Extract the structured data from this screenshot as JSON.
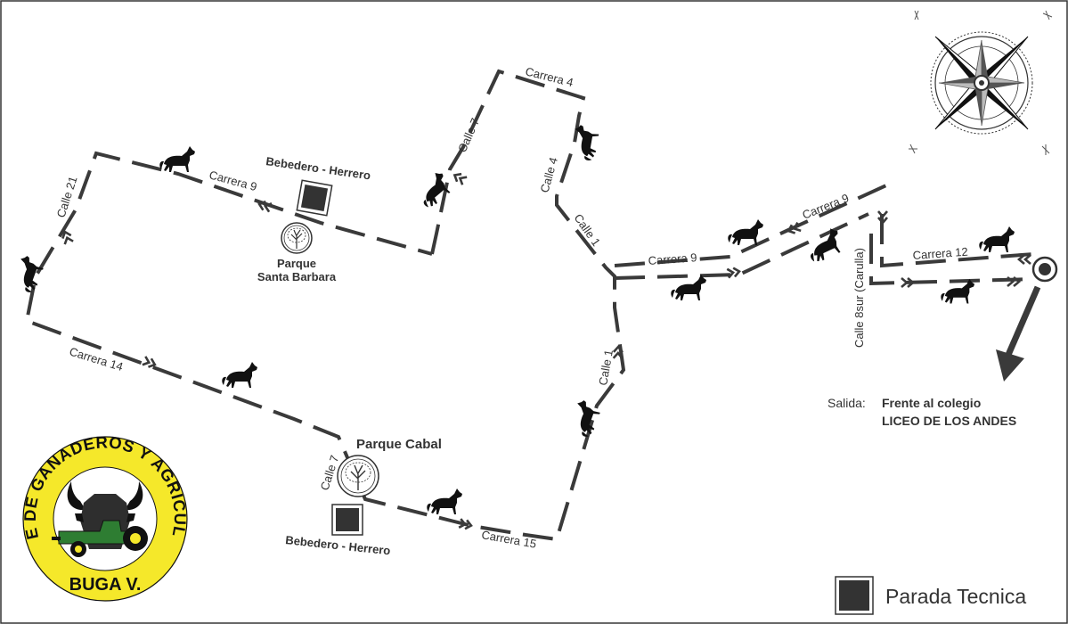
{
  "streets": {
    "carrera4": "Carrera 4",
    "calle7_top": "Calle 7",
    "calle4": "Calle 4",
    "calle21": "Calle 21",
    "carrera9_left": "Carrera 9",
    "calle1_upper": "Calle 1",
    "carrera9_mid": "Carrera 9",
    "carrera9_right": "Carrera 9",
    "carrera12": "Carrera 12",
    "calle8sur": "Calle 8sur (Carulla)",
    "carrera14": "Carrera 14",
    "calle1_lower": "Calle 1",
    "calle7_bottom": "Calle 7",
    "carrera15": "Carrera 15"
  },
  "places": {
    "bebedero_top": "Bebedero - Herrero",
    "parque_sb_line1": "Parque",
    "parque_sb_line2": "Santa Barbara",
    "parque_cabal": "Parque Cabal",
    "bebedero_bottom": "Bebedero - Herrero"
  },
  "exit": {
    "label": "Salida:",
    "line1": "Frente al colegio",
    "line2": "LICEO DE LOS ANDES"
  },
  "legend": {
    "label": "Parada Tecnica"
  },
  "logo": {
    "ring_text": "COMITE DE GANADEROS Y AGRICULTORES",
    "city": "BUGA V.",
    "ring_color": "#f5e82a",
    "tractor_color": "#2e7d32"
  },
  "colors": {
    "route": "#3a3a3a",
    "stop_marker": "#333333"
  }
}
